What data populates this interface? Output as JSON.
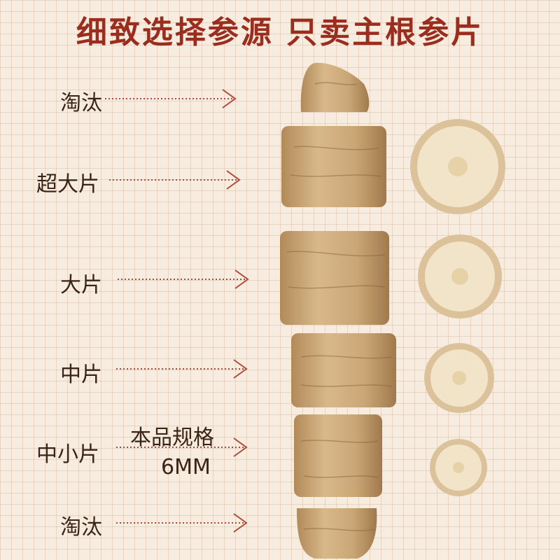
{
  "title": "细致选择参源  只卖主根参片",
  "labels": {
    "taotai_top": "淘汰",
    "chaodapian": "超大片",
    "dapian": "大片",
    "zhongpian": "中片",
    "zhongxiaopian": "中小片",
    "taotai_bottom": "淘汰"
  },
  "spec": {
    "title": "本品规格",
    "value": "6MM"
  },
  "colors": {
    "title": "#9b2d1f",
    "background": "#f7ece0",
    "arrow": "#b04a3a",
    "root": "#c9a77a",
    "slice": "#f2e4c8"
  },
  "icons": [
    "dotted-arrow-icon",
    "ginseng-root-illustration",
    "ginseng-slice-illustration"
  ]
}
